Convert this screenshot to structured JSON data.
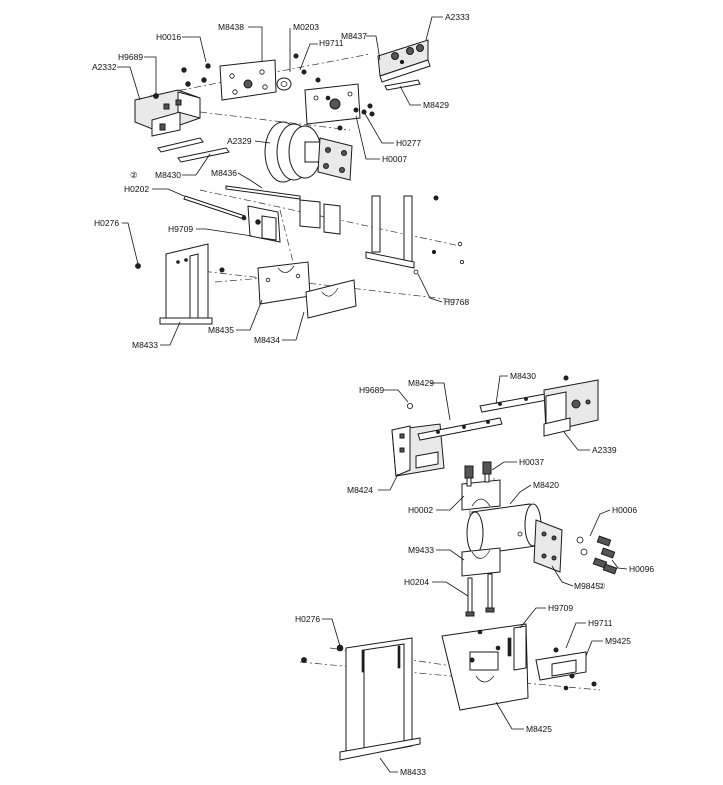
{
  "top_assembly": {
    "labels": {
      "h0016": "H0016",
      "m8438": "M8438",
      "m0203": "M0203",
      "h9711": "H9711",
      "m8437": "M8437",
      "a2333": "A2333",
      "h9689": "H9689",
      "a2332": "A2332",
      "m8429": "M8429",
      "h0277": "H0277",
      "a2329": "A2329",
      "h0007": "H0007",
      "m8430": "M8430",
      "qty_mark": "②",
      "m8436": "M8436",
      "h0202": "H0202",
      "h0276": "H0276",
      "h9709": "H9709",
      "h9768": "H9768",
      "m8435": "M8435",
      "m8434": "M8434",
      "m8433": "M8433"
    }
  },
  "bottom_assembly": {
    "labels": {
      "h9689": "H9689",
      "m8429": "M8429",
      "m8430": "M8430",
      "a2339": "A2339",
      "m8424": "M8424",
      "h0037": "H0037",
      "m8420": "M8420",
      "h0002": "H0002",
      "h0006": "H0006",
      "m9433": "M9433",
      "m9845": "M9845",
      "qty_mark": "②",
      "h0096": "H0096",
      "h0204": "H0204",
      "h0276": "H0276",
      "h9709": "H9709",
      "h9711": "H9711",
      "m9425": "M9425",
      "m8425": "M8425",
      "m8433": "M8433"
    }
  }
}
